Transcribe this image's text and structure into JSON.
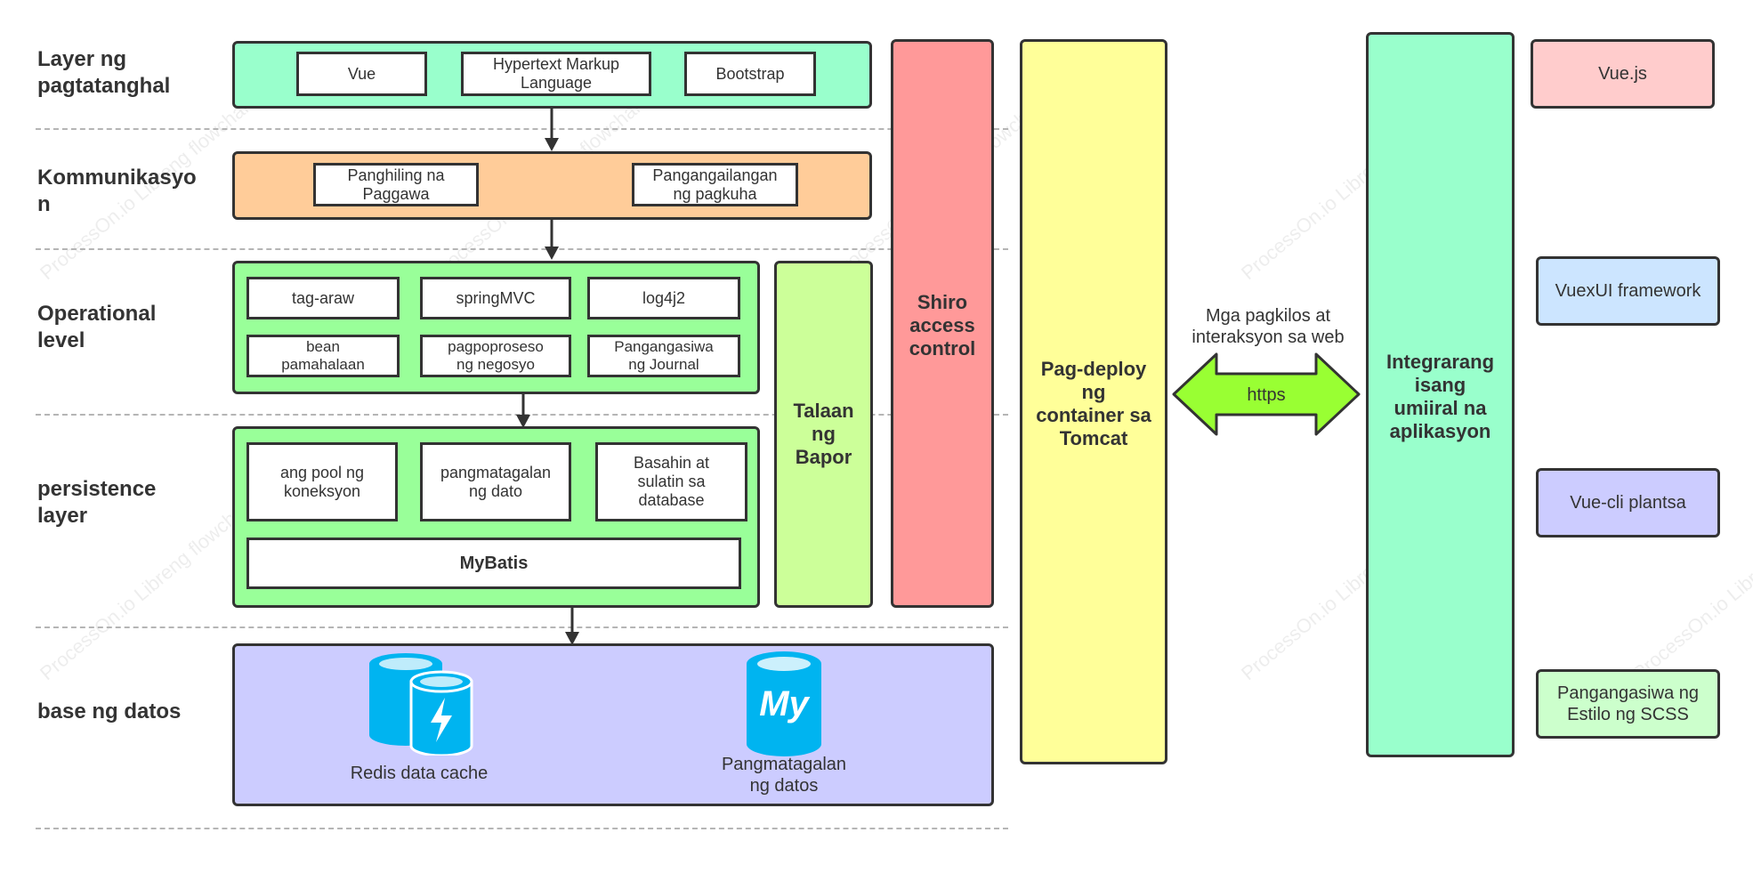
{
  "layers": {
    "presentation": "Layer ng\npagtatanghal",
    "communication": "Kommunikasyo\nn",
    "operational": "Operational\nlevel",
    "persistence": "persistence\nlayer",
    "database": "base ng datos"
  },
  "presentation_items": [
    "Vue",
    "Hypertext Markup\nLanguage",
    "Bootstrap"
  ],
  "communication_items": [
    "Panghiling na\nPaggawa",
    "Pangangailangan\nng pagkuha"
  ],
  "operational_items": [
    "tag-araw",
    "springMVC",
    "log4j2",
    "bean\npamahalaan",
    "pagpoproseso\nng negosyo",
    "Pangangasiwa\nng Journal"
  ],
  "persistence_items": [
    "ang pool ng\nkoneksyon",
    "pangmatagalan\nng dato",
    "Basahin at\nsulatin sa\ndatabase"
  ],
  "mybatis": "MyBatis",
  "database": {
    "redis_label": "Redis data cache",
    "mysql_label": "Pangmatagalan\nng datos",
    "mysql_logo": "My"
  },
  "columns": {
    "steam": "Talaan\nng\nBapor",
    "shiro": "Shiro\naccess\ncontrol",
    "tomcat": "Pag-deploy\nng\ncontainer sa\nTomcat",
    "integrated": "Integrarang\nisang\numiiral na\naplikasyon"
  },
  "connector": {
    "caption": "Mga pagkilos at\ninteraksyon sa web",
    "arrow_label": "https"
  },
  "frontend_stack": [
    "Vue.js",
    "VuexUI framework",
    "Vue-cli plantsa",
    "Pangangasiwa ng\nEstilo ng SCSS"
  ],
  "watermark": "ProcessOn.io Libreng flowchart",
  "colors": {
    "presentation": "#99ffcc",
    "communication": "#ffcc99",
    "operational": "#99ff99",
    "steam": "#ccff99",
    "shiro": "#ff9999",
    "tomcat": "#ffff99",
    "database": "#ccccff",
    "integrated": "#99ffcc",
    "arrow": "#99ff33",
    "vuejs": "#ffcccc",
    "vuex": "#cce5ff",
    "vuecli": "#ccccff",
    "scss": "#ccffcc",
    "db_icon": "#00b4f0"
  }
}
